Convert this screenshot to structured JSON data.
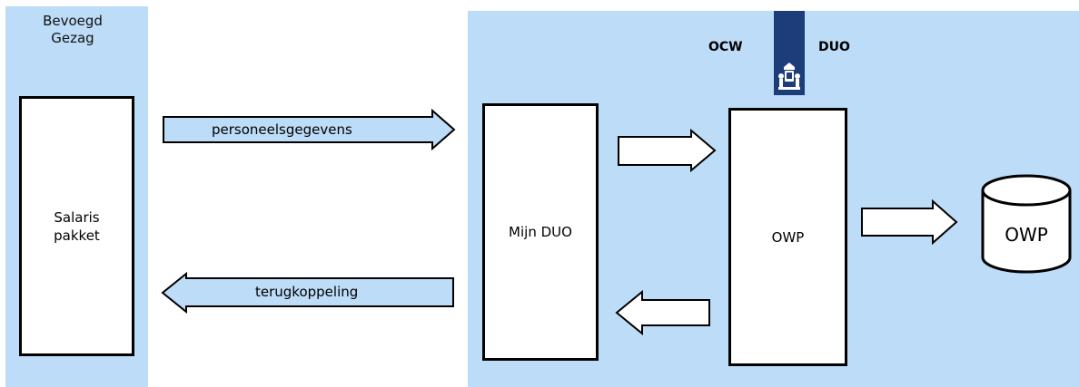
{
  "zones": {
    "left": {
      "title": "Bevoegd\nGezag"
    },
    "right": {
      "org_left": "OCW",
      "org_right": "DUO"
    }
  },
  "boxes": {
    "salaris": "Salaris\npakket",
    "mijn_duo": "Mijn DUO",
    "owp": "OWP"
  },
  "arrows": {
    "personeelsgegevens": "personeelsgegevens",
    "terugkoppeling": "terugkoppeling"
  },
  "database": {
    "label": "OWP"
  },
  "colors": {
    "zone_fill": "#bddcf8",
    "arrow_fill": "#bddcf8",
    "logo_band": "#1d3d7a"
  }
}
